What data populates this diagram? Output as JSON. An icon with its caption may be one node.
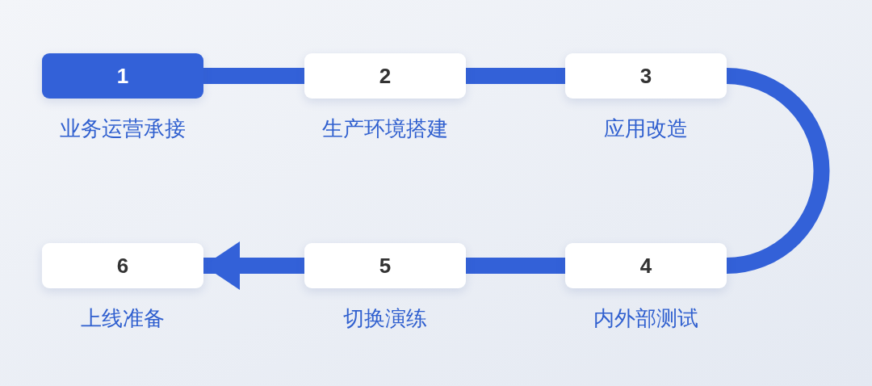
{
  "diagram": {
    "nodes": [
      {
        "text": [
          "1"
        ],
        "beside": [
          "业务运营承接"
        ]
      },
      {
        "text": [
          "2"
        ],
        "beside": [
          "生产环境搭建"
        ]
      },
      {
        "text": [
          "3"
        ],
        "beside": [
          "应用改造"
        ]
      },
      {
        "text": [
          "4"
        ],
        "beside": [
          "内外部测试"
        ]
      },
      {
        "text": [
          "5"
        ],
        "beside": [
          "切换演练"
        ]
      },
      {
        "text": [
          "6"
        ],
        "beside": [
          "上线准备"
        ]
      }
    ],
    "edges": [
      {
        "from": 0,
        "to": 1,
        "arrow": "none"
      },
      {
        "from": 1,
        "to": 2,
        "arrow": "none"
      },
      {
        "from": 2,
        "to": 3,
        "arrow": "none"
      },
      {
        "from": 3,
        "to": 4,
        "arrow": "none"
      },
      {
        "from": 4,
        "to": 5,
        "arrow": "to"
      }
    ]
  }
}
